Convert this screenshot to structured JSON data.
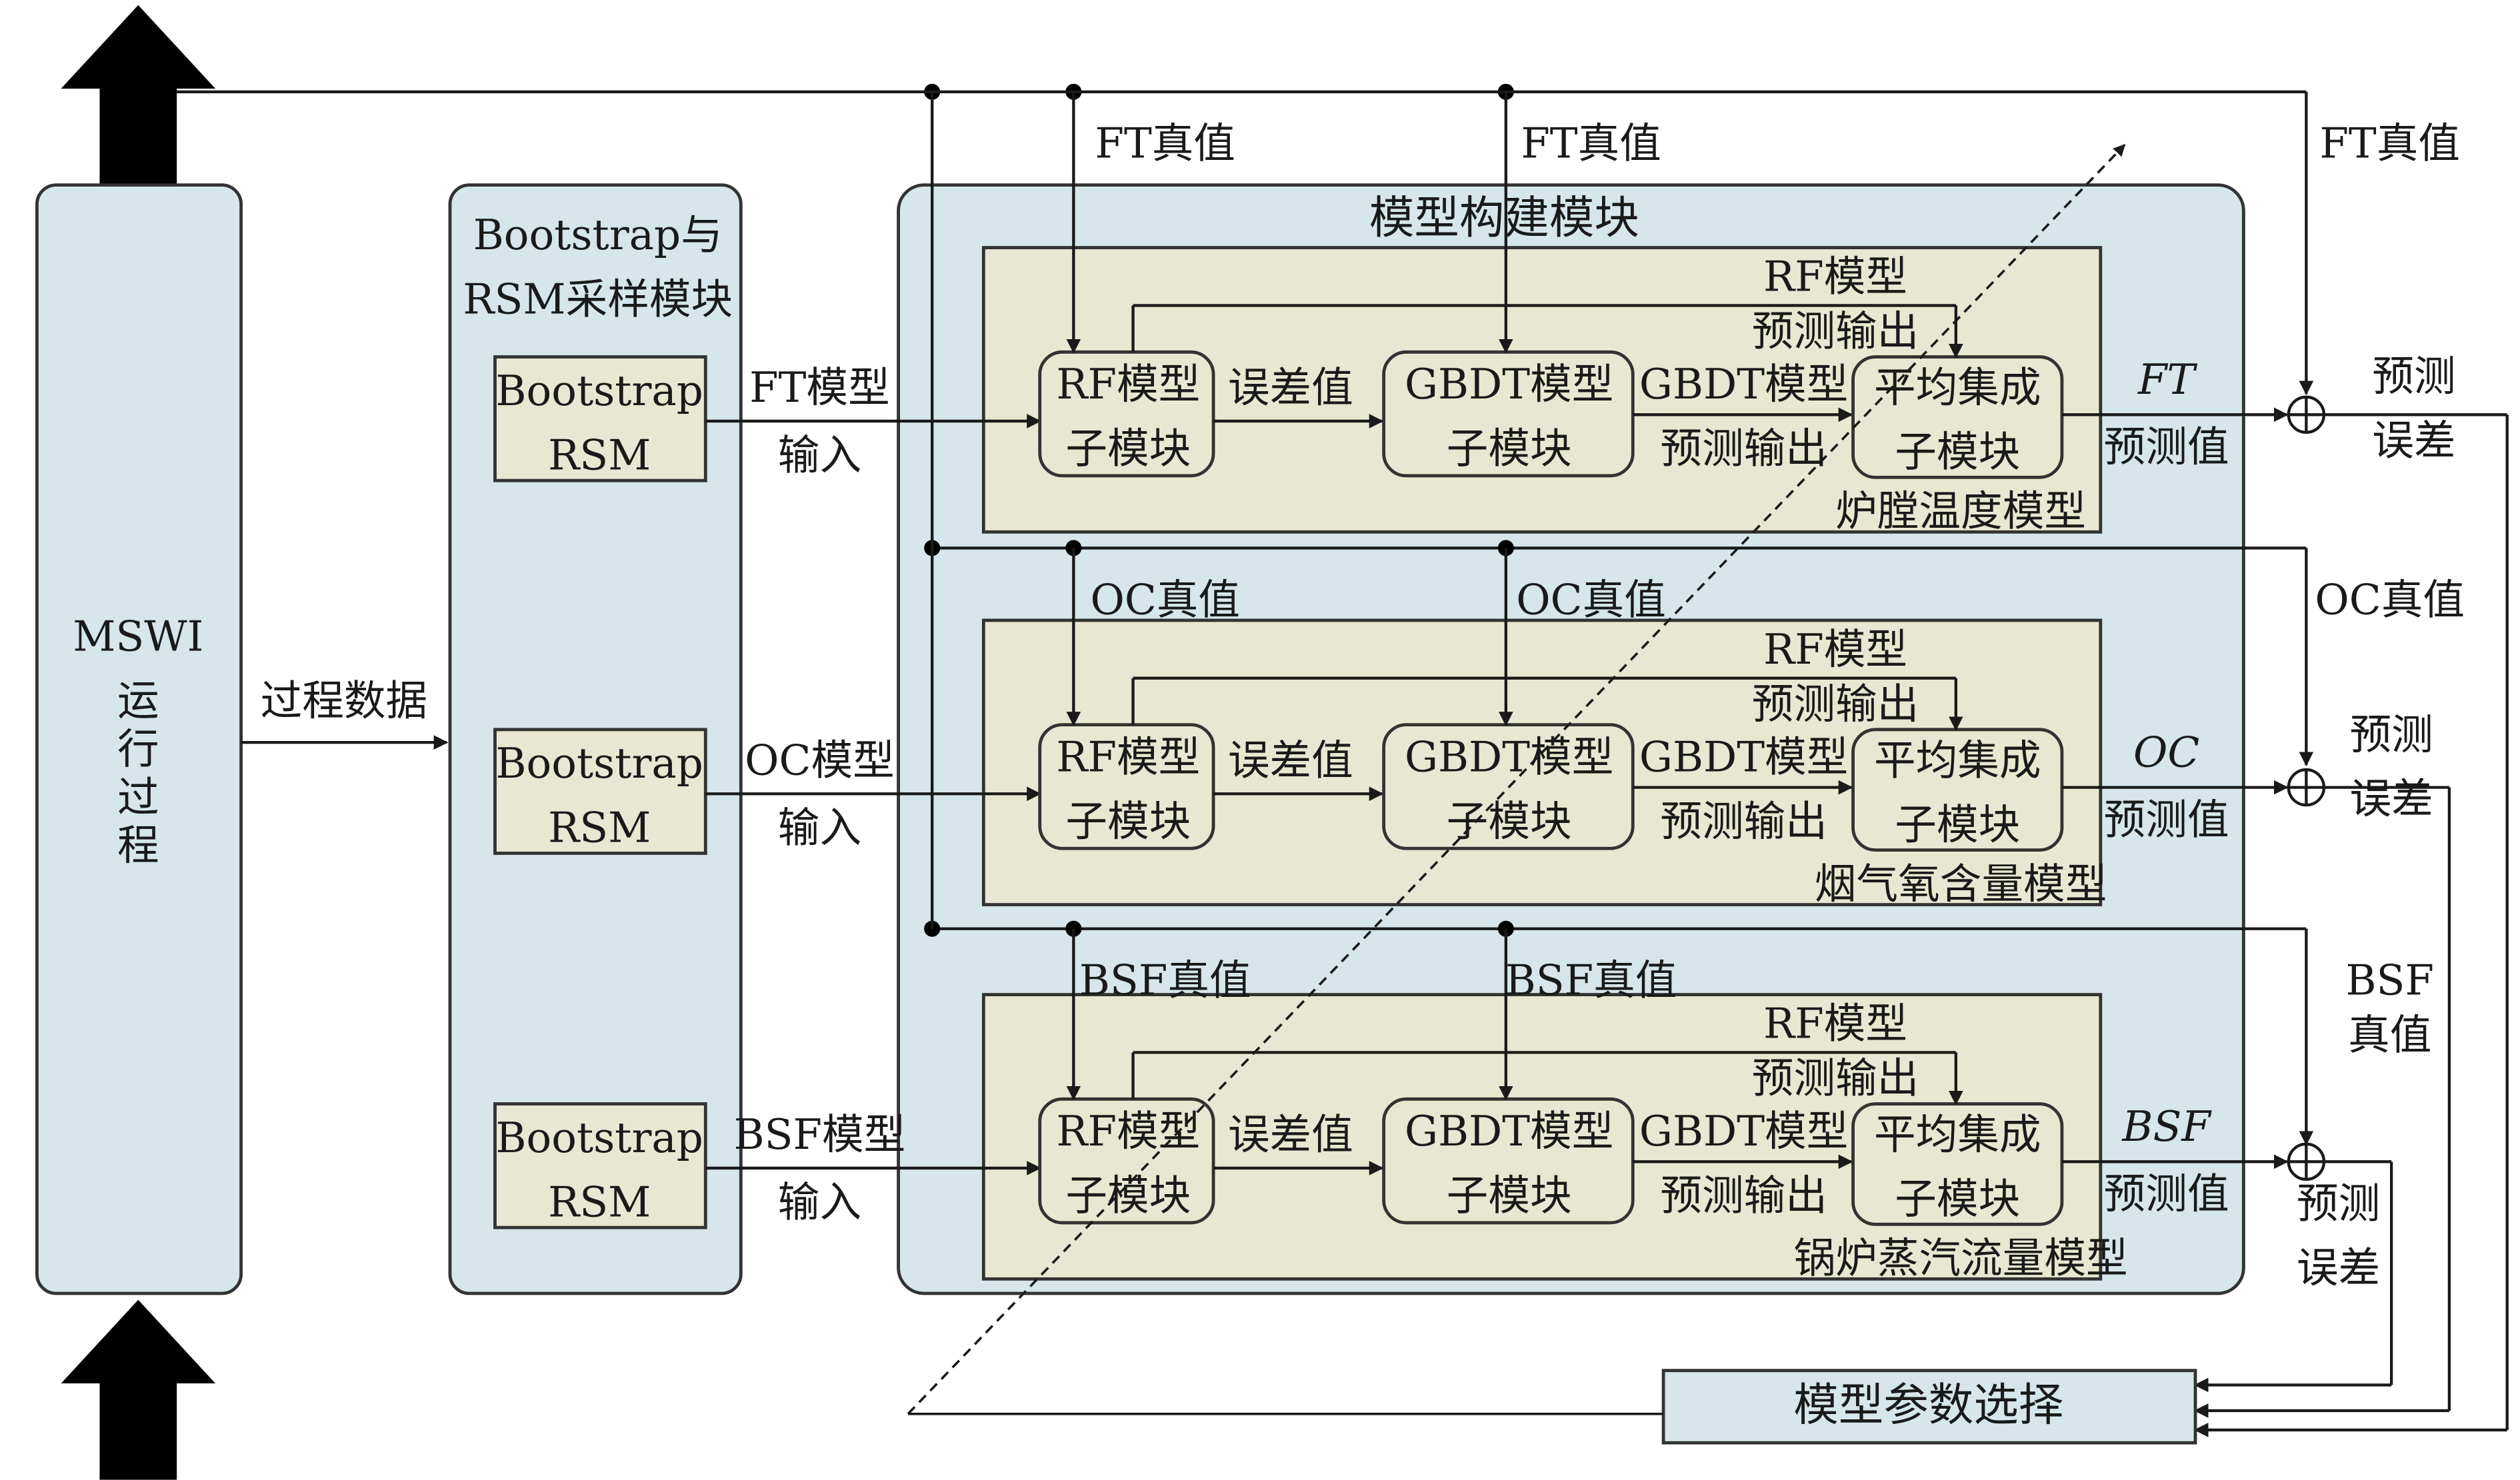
{
  "colors": {
    "panel_fill": "#d6e6ea",
    "model_fill": "#e8e8d2",
    "box_fill": "#e8e8d2",
    "submodule_fill": "#ffffff",
    "selector_fill": "#d6e6ea",
    "stroke": "#333333",
    "text": "#1a1a1a"
  },
  "icons": [
    "up-arrow-icon",
    "sum-junction-icon",
    "connection-dot-icon"
  ],
  "mswi": {
    "title": "MSWI",
    "subtitle": "运行过程"
  },
  "process_data_label": "过程数据",
  "bootstrap_panel": {
    "title_line1": "Bootstrap与",
    "title_line2": "RSM采样模块",
    "box_line1": "Bootstrap",
    "box_line2": "RSM"
  },
  "model_build_title": "模型构建模块",
  "selector_label": "模型参数选择",
  "rows": [
    {
      "id": "ft",
      "model_name": "炉膛温度模型",
      "input_label_line1": "FT模型",
      "input_label_line2": "输入",
      "truth_label": "FT真值",
      "right_truth_label_line1": "FT真值",
      "right_truth_label_line2": "",
      "rf_line1": "RF模型",
      "rf_line2": "子模块",
      "err_label": "误差值",
      "gbdt_line1": "GBDT模型",
      "gbdt_line2": "子模块",
      "gbdt_out_line1": "GBDT模型",
      "gbdt_out_line2": "预测输出",
      "rf_out_line1": "RF模型",
      "rf_out_line2": "预测输出",
      "avg_line1": "平均集成",
      "avg_line2": "子模块",
      "output_abbr": "FT",
      "output_label": "预测值",
      "error_line1": "预测",
      "error_line2": "误差"
    },
    {
      "id": "oc",
      "model_name": "烟气氧含量模型",
      "input_label_line1": "OC模型",
      "input_label_line2": "输入",
      "truth_label": "OC真值",
      "right_truth_label_line1": "OC真值",
      "right_truth_label_line2": "",
      "rf_line1": "RF模型",
      "rf_line2": "子模块",
      "err_label": "误差值",
      "gbdt_line1": "GBDT模型",
      "gbdt_line2": "子模块",
      "gbdt_out_line1": "GBDT模型",
      "gbdt_out_line2": "预测输出",
      "rf_out_line1": "RF模型",
      "rf_out_line2": "预测输出",
      "avg_line1": "平均集成",
      "avg_line2": "子模块",
      "output_abbr": "OC",
      "output_label": "预测值",
      "error_line1": "预测",
      "error_line2": "误差"
    },
    {
      "id": "bsf",
      "model_name": "锅炉蒸汽流量模型",
      "input_label_line1": "BSF模型",
      "input_label_line2": "输入",
      "truth_label": "BSF真值",
      "right_truth_label_line1": "BSF",
      "right_truth_label_line2": "真值",
      "rf_line1": "RF模型",
      "rf_line2": "子模块",
      "err_label": "误差值",
      "gbdt_line1": "GBDT模型",
      "gbdt_line2": "子模块",
      "gbdt_out_line1": "GBDT模型",
      "gbdt_out_line2": "预测输出",
      "rf_out_line1": "RF模型",
      "rf_out_line2": "预测输出",
      "avg_line1": "平均集成",
      "avg_line2": "子模块",
      "output_abbr": "BSF",
      "output_label": "预测值",
      "error_line1": "预测",
      "error_line2": "误差"
    }
  ]
}
